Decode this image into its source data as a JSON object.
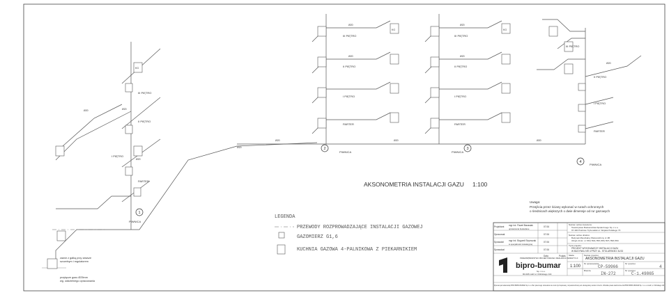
{
  "drawing_title": "AKSONOMETRIA INSTALACJI GAZU",
  "scale": "1:100",
  "riser_numbers": [
    "1",
    "2",
    "3",
    "4"
  ],
  "floor_labels": {
    "f3": "III PIĘTRO",
    "f2": "II PIĘTRO",
    "f1": "I PIĘTRO",
    "f0": "PARTER",
    "basement": "PIWNICA"
  },
  "pipe_size": "Ø20",
  "cooker_label": "KG",
  "legend": {
    "heading": "LEGENDA",
    "items": [
      "PRZEWODY ROZPROWADZAJĄCE INSTALACJI GAZOWEJ",
      "GAZOMIERZ G1,6",
      "KUCHNIA GAZOWA 4-PALNIKOWA Z PIEKARNIKIEM"
    ]
  },
  "notes": {
    "heading": "Uwaga:",
    "lines": [
      "Przejścia przez ściany wykonać w rurach ochronnych",
      "o średnicach większych o dwie dimensje od rur gazowych"
    ],
    "bottom_left": [
      "zawór z gałką przy zawsze",
      "szczelnym i regulatorem",
      "przyłącze gazu Ø25mm",
      "wg. oddzielnego opracowania"
    ]
  },
  "title_block": {
    "roles": [
      "Projektant",
      "Sprawdził",
      "Opracował",
      "Sprawdzał"
    ],
    "names": [
      "mgr inż. Paweł Banasiak",
      "mgr inż. Bogumił Szymczak"
    ],
    "role_notes": [
      "uprawnienia budowlane",
      "w specjalności instalacyjnej"
    ],
    "dates": [
      "07.06",
      "07.06",
      "07.06",
      "07.06"
    ],
    "date_header": "Data",
    "signature_header": "Podpis",
    "company_label": "PRZEDSIĘBIORSTWO PROJEKTOWANIA I REALIZACJI INWESTYCJI",
    "company": "bipro-bumar",
    "company_addr": [
      "Sp. z o.o.",
      "90-026 Łódź   ul. Kilińskiego 114"
    ],
    "object_lines": [
      "Nazwa i adres inwestora:",
      "Towarzystwo Budownictwa Społecznego Sp. z o.o.",
      "97-300 Piotrków Trybunalski ul. Wojska Polskiego 70"
    ],
    "address_lines": [
      "Nazwa i adres obiektu:",
      "Budynek Mieszkalny Wielorodzinny nr 4B",
      "Obręb 23 dz. nr 78/3,78/4,78/5,78/6,78/7,78/8,78/9"
    ],
    "project_lines": [
      "Tytuł projektu:",
      "PROJEKT WYKONAWCZY INSTALACJI GAZU",
      "W BUDYNKU NR 4 PRZY UL. STOLARSKIEJ 31/33"
    ],
    "sheet_title_label": "Nazwa rysunku:",
    "sheet_title": "AKSONOMETRIA INSTALACJI GAZU",
    "scale_label": "Skala",
    "scale": "1:100",
    "nr_label": "Nr opracowania:",
    "nr_value": "CP-59966",
    "branch_label": "Branża",
    "branch_value": "IN-272",
    "sheet_nr_label": "Nr rysunku:",
    "sheet_nr": "4",
    "drawing_code_label": "Nr rysunku:",
    "drawing_code": "C-1.49865",
    "copyright": "Rysunek jest własnością PPIRI BIPRO-BUMAR Sp.z o.o. Bez pisemnego zezwolenia nie może być kopiowany, rozpowszechniany ani udostępniany osobom trzecim. Wszelkie prawa zastrzeżone dla PPIRI BIPRO-BUMAR Sp. z o.o. w Łodzi, ul. Kilińskiego 114"
  }
}
